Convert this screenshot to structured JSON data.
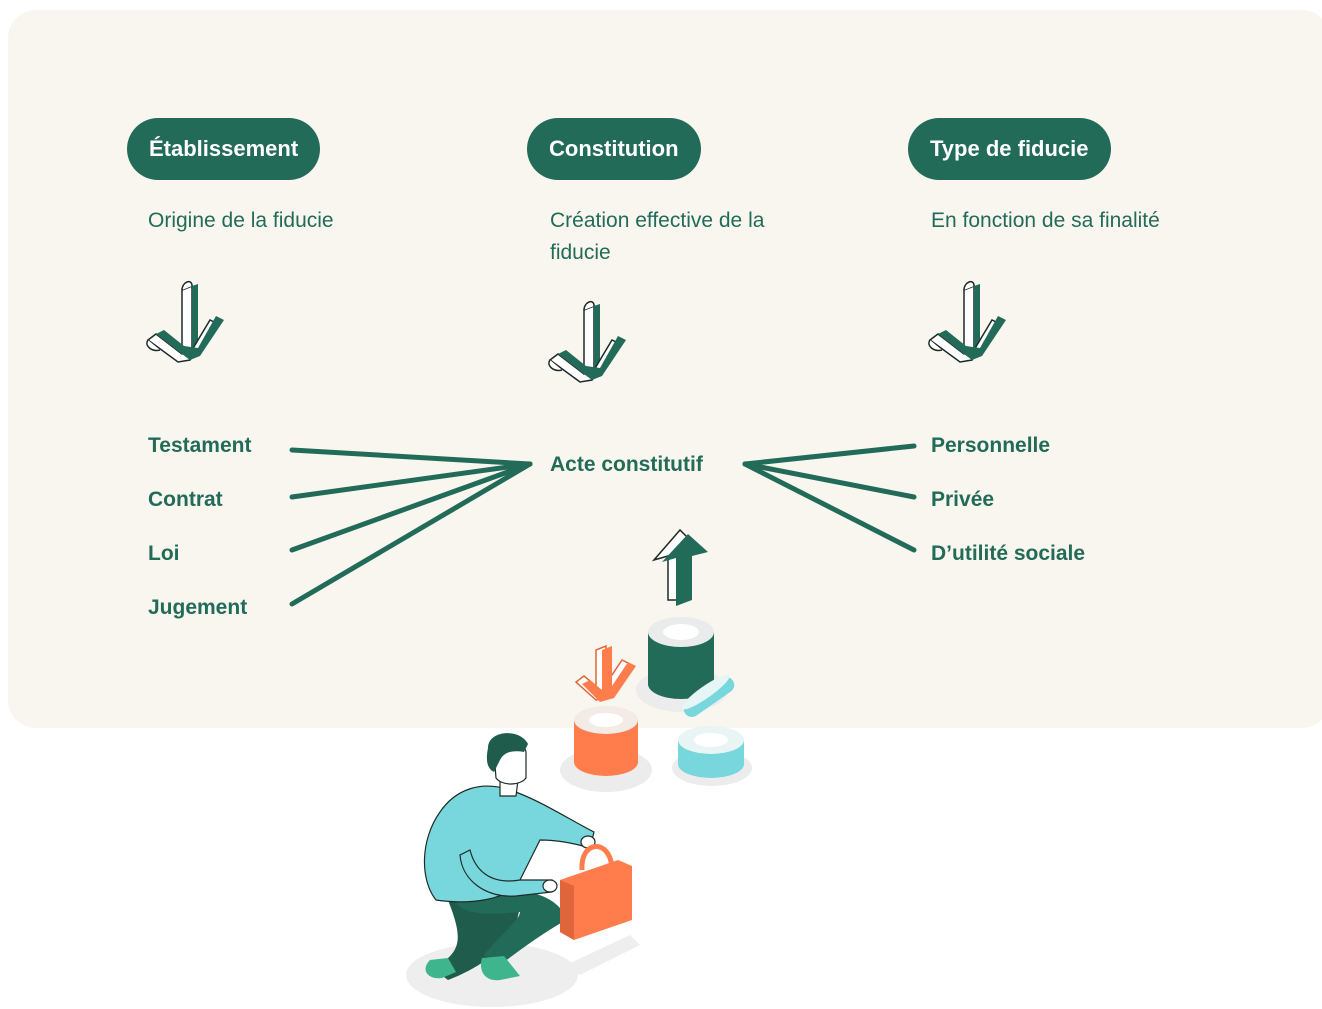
{
  "columns": [
    {
      "title": "Établissement",
      "description": "Origine de la fiducie",
      "items": [
        "Testament",
        "Contrat",
        "Loi",
        "Jugement"
      ]
    },
    {
      "title": "Constitution",
      "description": "Création effective de la fiducie",
      "items": [
        "Acte constitutif"
      ]
    },
    {
      "title": "Type de fiducie",
      "description": "En fonction de sa finalité",
      "items": [
        "Personnelle",
        "Privée",
        "D’utilité sociale"
      ]
    }
  ],
  "colors": {
    "primary": "#236b59",
    "panel": "#f9f6ef",
    "orange": "#ff7c4c",
    "teal": "#78d7dc"
  },
  "icons": [
    "down-arrow-icon",
    "up-arrow-icon",
    "person-illustration",
    "bag-icon",
    "coin-stack-icon"
  ]
}
